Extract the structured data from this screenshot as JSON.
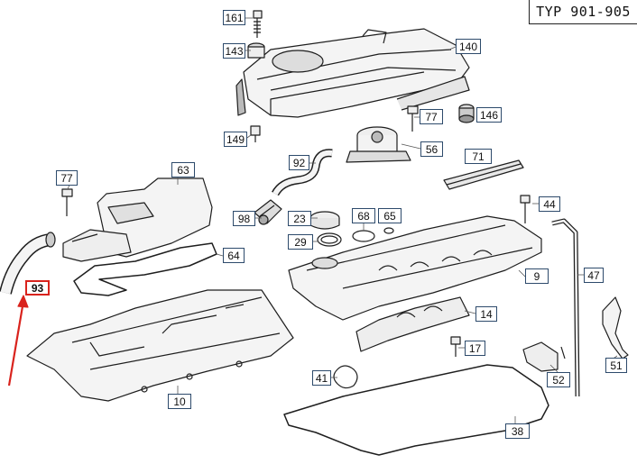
{
  "diagram": {
    "type_label": "TYP 901-905",
    "colors": {
      "line": "#1e1e1e",
      "part_shadow": "#9a9a9a",
      "callout_border": "#2d4a6b",
      "highlight": "#d9231d"
    },
    "highlighted_part": "93",
    "parts": {
      "p161": "161",
      "p143": "143",
      "p140": "140",
      "p77a": "77",
      "p146": "146",
      "p149": "149",
      "p56": "56",
      "p92": "92",
      "p71": "71",
      "p77b": "77",
      "p63": "63",
      "p98": "98",
      "p23": "23",
      "p68": "68",
      "p65": "65",
      "p44": "44",
      "p29": "29",
      "p64": "64",
      "p93": "93",
      "p9": "9",
      "p47": "47",
      "p14": "14",
      "p17": "17",
      "p10": "10",
      "p41": "41",
      "p52": "52",
      "p51": "51",
      "p38": "38"
    }
  }
}
